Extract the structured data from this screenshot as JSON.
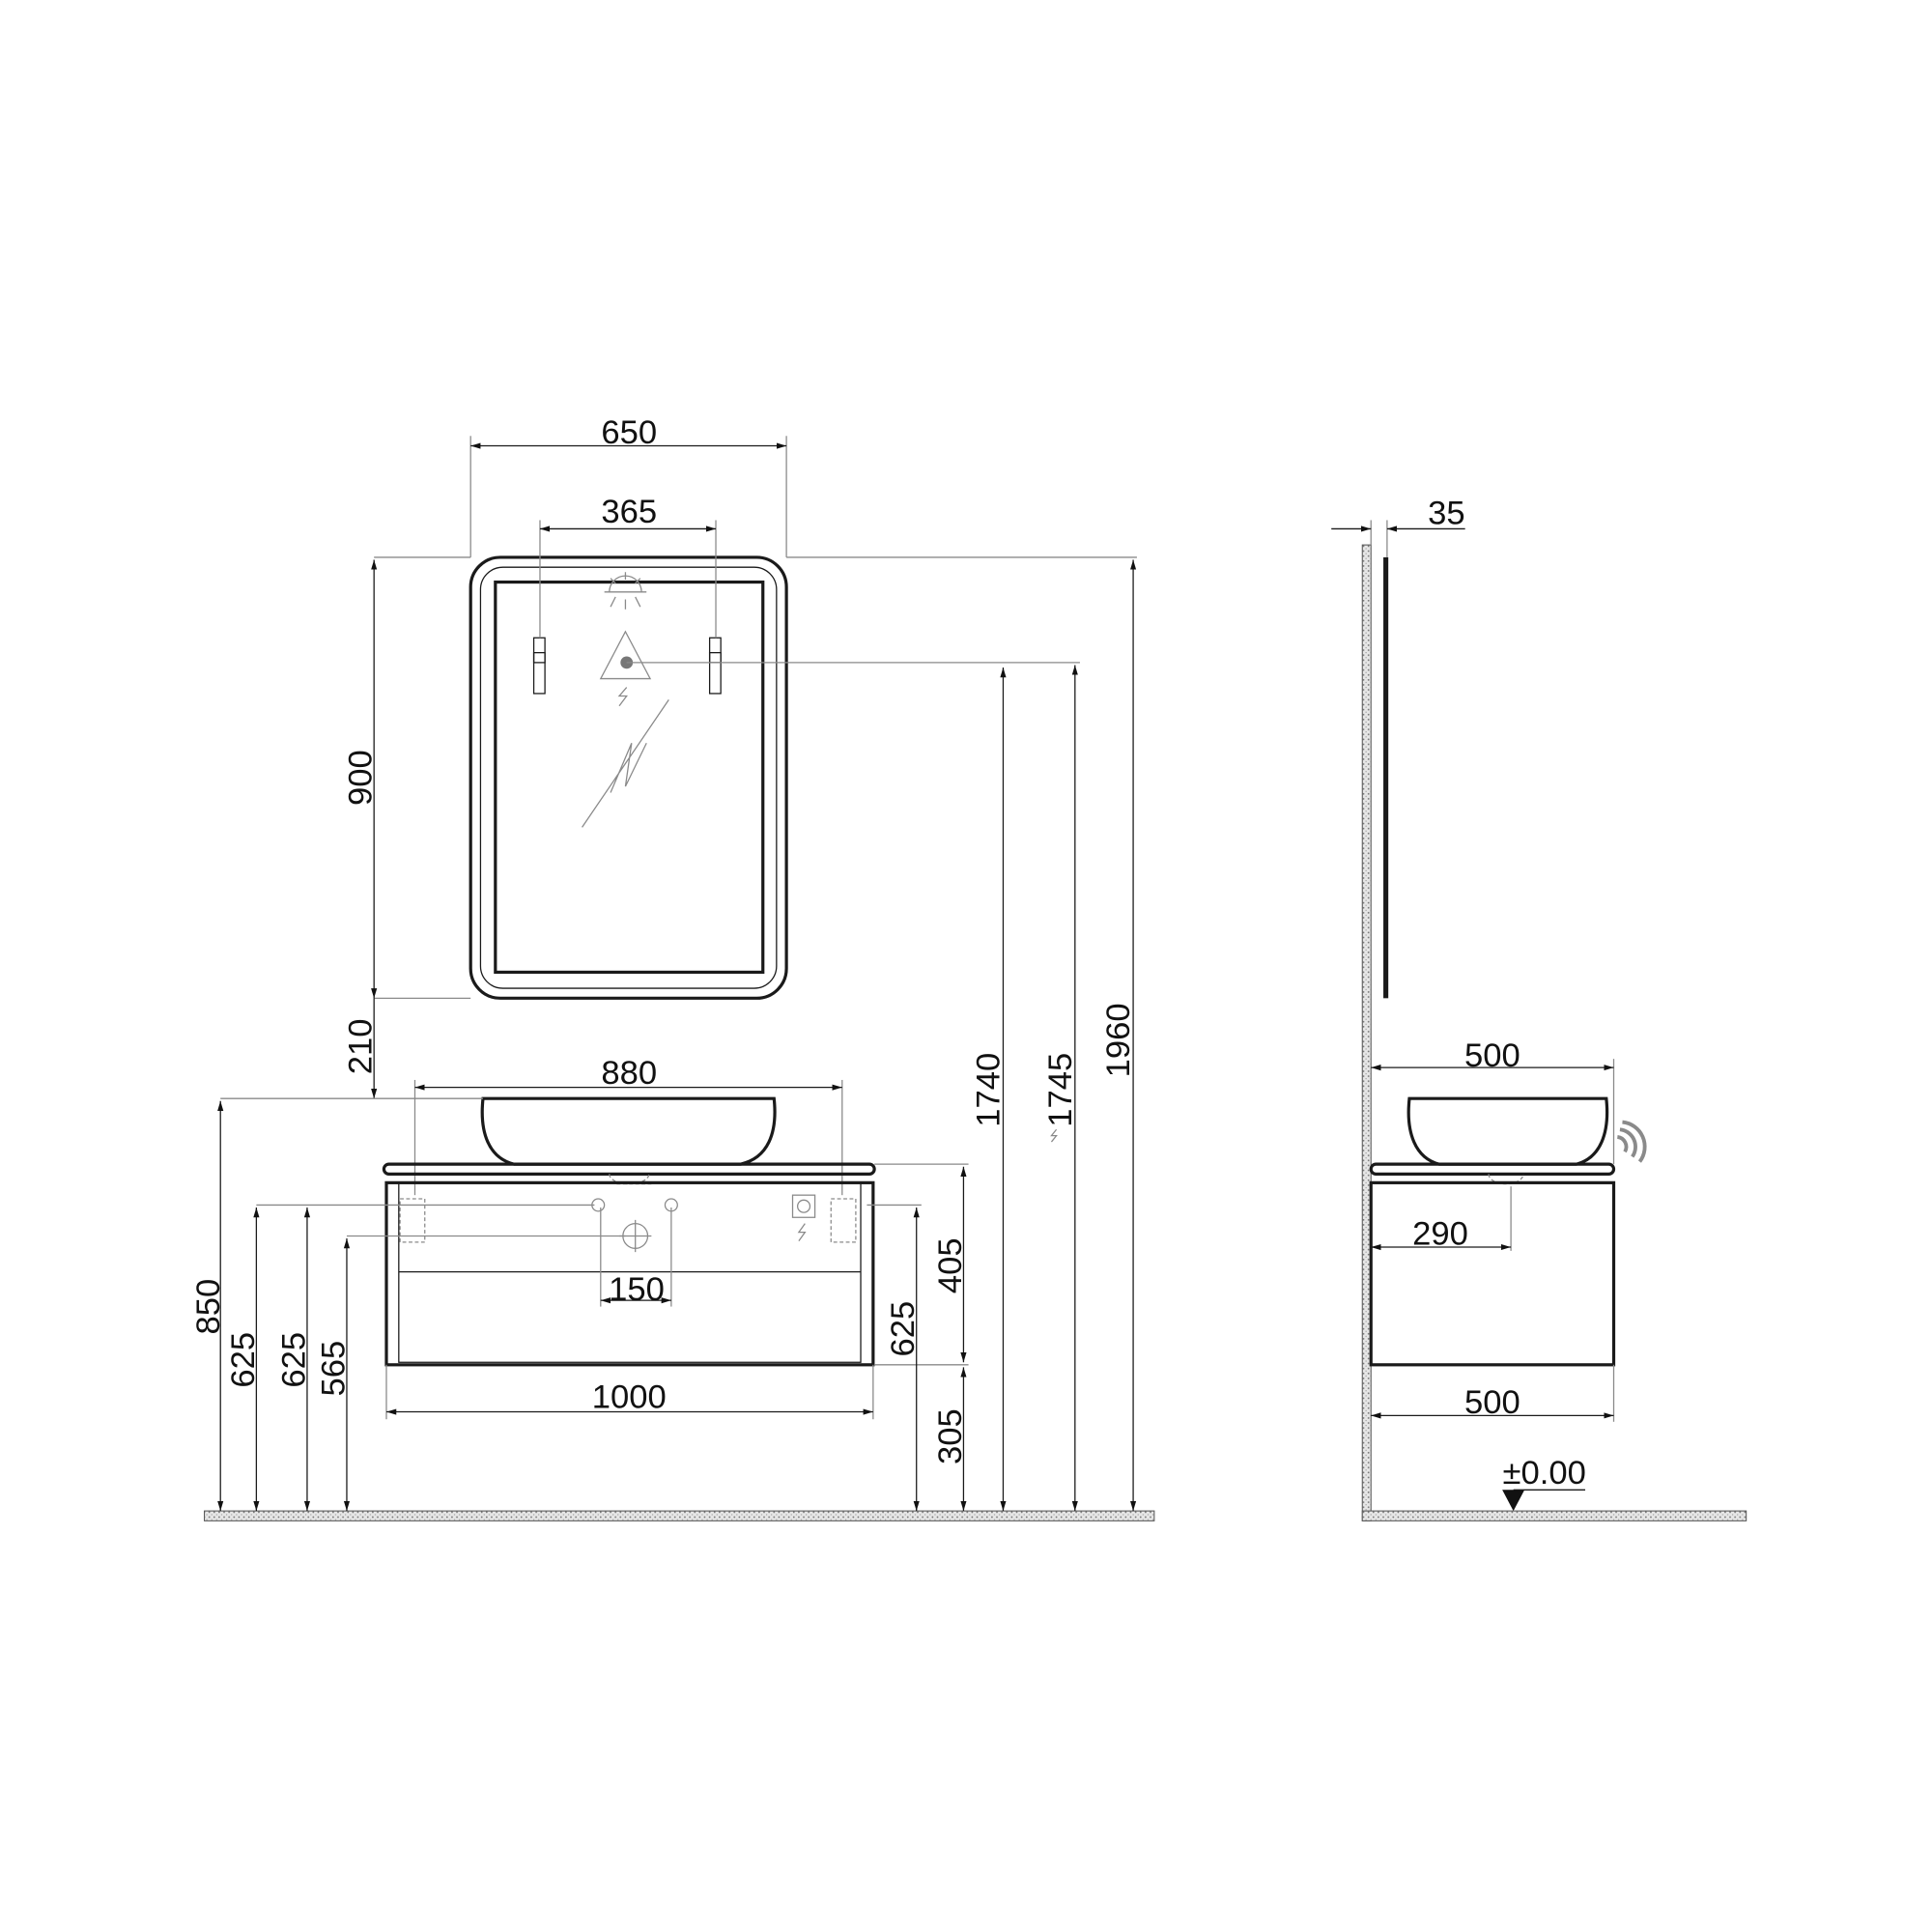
{
  "front_view": {
    "mirror": {
      "width": "650",
      "bracket_spacing": "365",
      "height": "900",
      "gap_to_basin": "210"
    },
    "basin": {
      "width": "880"
    },
    "cabinet": {
      "width": "1000",
      "height": "405",
      "drain_spacing": "150",
      "floor_clearance": "305"
    },
    "heights": {
      "basin_top": "850",
      "water_left": "625",
      "water_right": "625",
      "drain": "565",
      "socket": "625",
      "mirror_socket_a": "1740",
      "mirror_socket_b": "1745",
      "mirror_top": "1960"
    }
  },
  "side_view": {
    "mirror_depth": "35",
    "basin_depth": "500",
    "drain_offset": "290",
    "cabinet_depth": "500",
    "floor_level": "±0.00"
  },
  "colors": {
    "line": "#1a1a1a",
    "floor_hatch": "#c8c8c8",
    "sensor": "#8a8a8a"
  }
}
